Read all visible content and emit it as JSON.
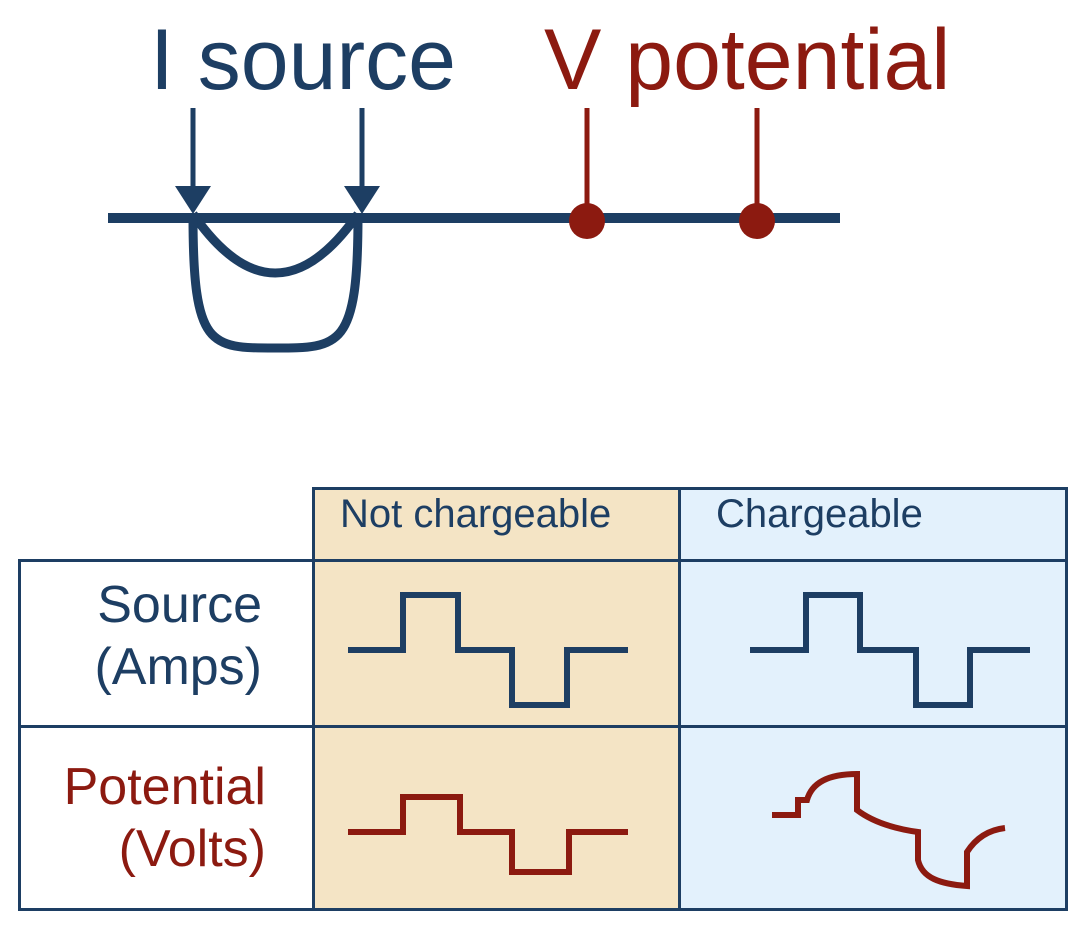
{
  "diagram": {
    "labels": {
      "current_source": "I source",
      "voltage_potential": "V potential"
    },
    "table": {
      "columns": [
        "Not chargeable",
        "Chargeable"
      ],
      "rows": [
        {
          "line1": "Source",
          "line2": "(Amps)"
        },
        {
          "line1": "Potential",
          "line2": "(Volts)"
        }
      ]
    },
    "colors": {
      "source_blue": "#1d3e63",
      "potential_red": "#8c1a10",
      "not_chargeable_fill": "#f4e4c5",
      "chargeable_fill": "#e3f1fc"
    }
  }
}
